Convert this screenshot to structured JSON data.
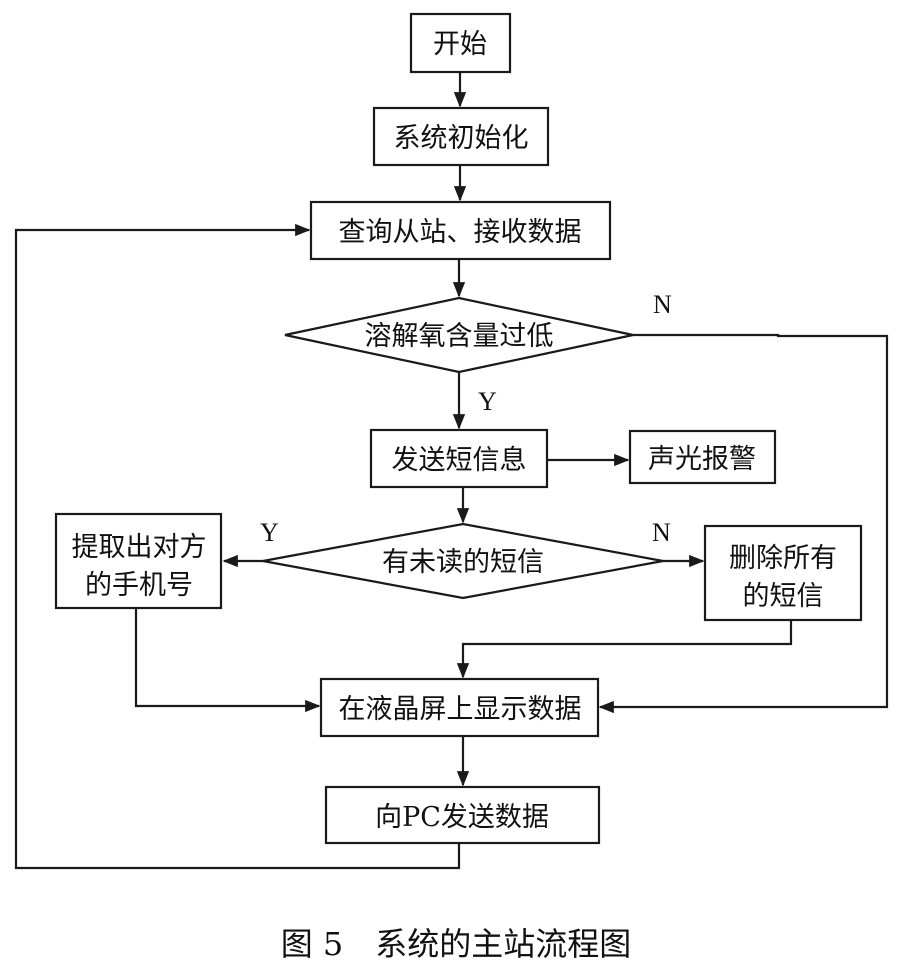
{
  "nodes": {
    "start": "开始",
    "init": "系统初始化",
    "query": "查询从站、接收数据",
    "decision_do": "溶解氧含量过低",
    "send_sms": "发送短信息",
    "alarm": "声光报警",
    "decision_unread": "有未读的短信",
    "extract_line1": "提取出对方",
    "extract_line2": "的手机号",
    "delete_line1": "删除所有",
    "delete_line2": "的短信",
    "lcd": "在液晶屏上显示数据",
    "send_pc": "向PC发送数据"
  },
  "edge_labels": {
    "do_no": "N",
    "do_yes": "Y",
    "unread_yes": "Y",
    "unread_no": "N"
  },
  "caption": "图 5　系统的主站流程图"
}
